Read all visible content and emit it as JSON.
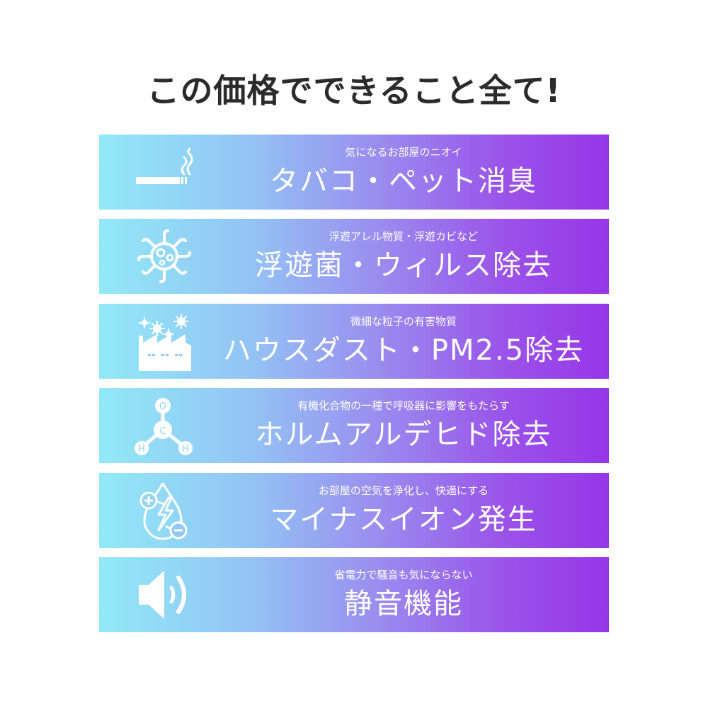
{
  "header": {
    "title": "この価格でできること全て!"
  },
  "features": [
    {
      "icon": "cigarette-icon",
      "subtitle": "気になるお部屋のニオイ",
      "title": "タバコ・ペット消臭"
    },
    {
      "icon": "virus-icon",
      "subtitle": "浮遊アレル物質・浮遊カビなど",
      "title": "浮遊菌・ウィルス除去"
    },
    {
      "icon": "factory-dust-icon",
      "subtitle": "微細な粒子の有害物質",
      "title": "ハウスダスト・PM2.5除去"
    },
    {
      "icon": "formaldehyde-molecule-icon",
      "subtitle": "有機化合物の一種で呼吸器に影響をもたらす",
      "title": "ホルムアルデヒド除去"
    },
    {
      "icon": "negative-ion-drop-icon",
      "subtitle": "お部屋の空気を浄化し、快適にする",
      "title": "マイナスイオン発生"
    },
    {
      "icon": "speaker-icon",
      "subtitle": "省電力で騒音も気にならない",
      "title": "静音機能"
    }
  ],
  "colors": {
    "gradient_start": "#92e9f7",
    "gradient_mid": "#9a8cef",
    "gradient_end": "#9636e8",
    "title_text": "#2b2b2b",
    "band_text": "#ffffff"
  }
}
